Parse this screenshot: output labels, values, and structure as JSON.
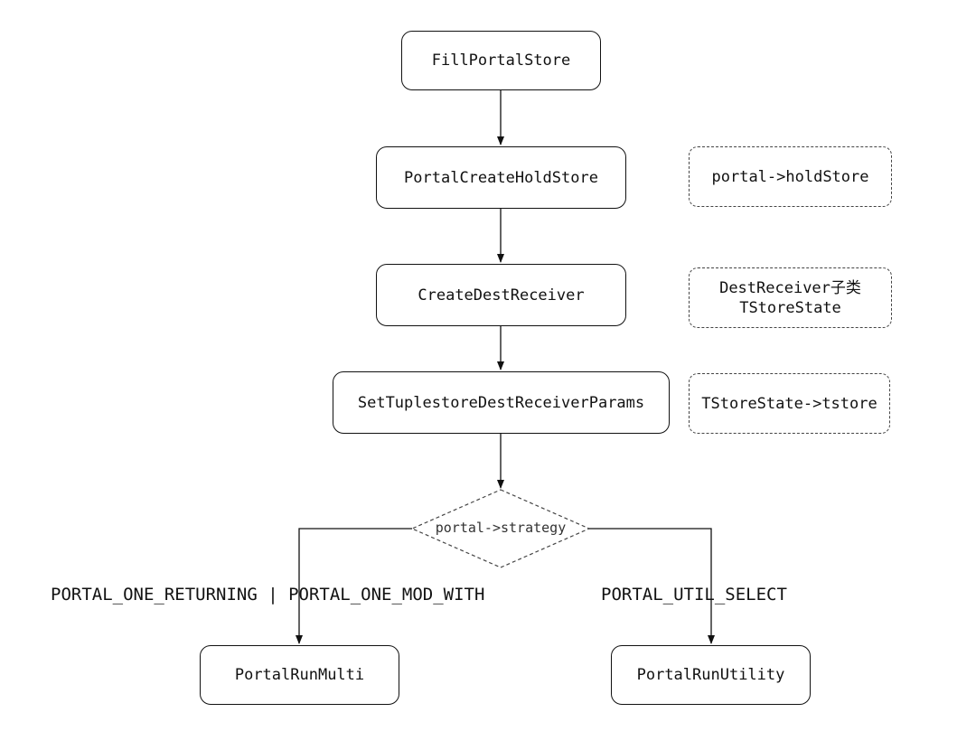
{
  "diagram": {
    "nodes": {
      "fill_portal_store": "FillPortalStore",
      "portal_create_hold_store": "PortalCreateHoldStore",
      "create_dest_receiver": "CreateDestReceiver",
      "set_tuplestore_params": "SetTuplestoreDestReceiverParams",
      "portal_run_multi": "PortalRunMulti",
      "portal_run_utility": "PortalRunUtility"
    },
    "notes": {
      "hold_store": "portal->holdStore",
      "dest_receiver_line1": "DestReceiver子类",
      "dest_receiver_line2": "TStoreState",
      "tstore": "TStoreState->tstore"
    },
    "decision": {
      "label": "portal->strategy"
    },
    "branches": {
      "left": "PORTAL_ONE_RETURNING | PORTAL_ONE_MOD_WITH",
      "right": "PORTAL_UTIL_SELECT"
    }
  }
}
